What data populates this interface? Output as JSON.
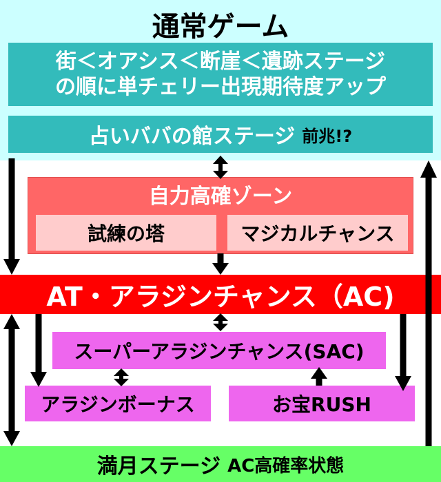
{
  "title": "通常ゲーム",
  "rule_lines": [
    "街＜オアシス＜断崖＜遺跡ステージ",
    "の順に単チェリー出現期待度アップ"
  ],
  "baba_stage": {
    "label": "占いババの館ステージ",
    "note": "前兆!?"
  },
  "high_zone": {
    "title": "自力高確ゾーン",
    "items": [
      "試練の塔",
      "マジカルチャンス"
    ]
  },
  "ac": "AT・アラジンチャンス（AC)",
  "sac": "スーパーアラジンチャンス(SAC)",
  "bonus": "アラジンボーナス",
  "treasure_rush": "お宝RUSH",
  "full_moon": {
    "label": "満月ステージ",
    "note": "AC高確率状態"
  },
  "colors": {
    "top_panel": "#ccffff",
    "teal": "#33bbbb",
    "zone": "#ff6666",
    "zone_item": "#ffcccc",
    "ac_bar": "#ff0000",
    "violet": "#ee66ee",
    "full_moon": "#66ff66"
  }
}
